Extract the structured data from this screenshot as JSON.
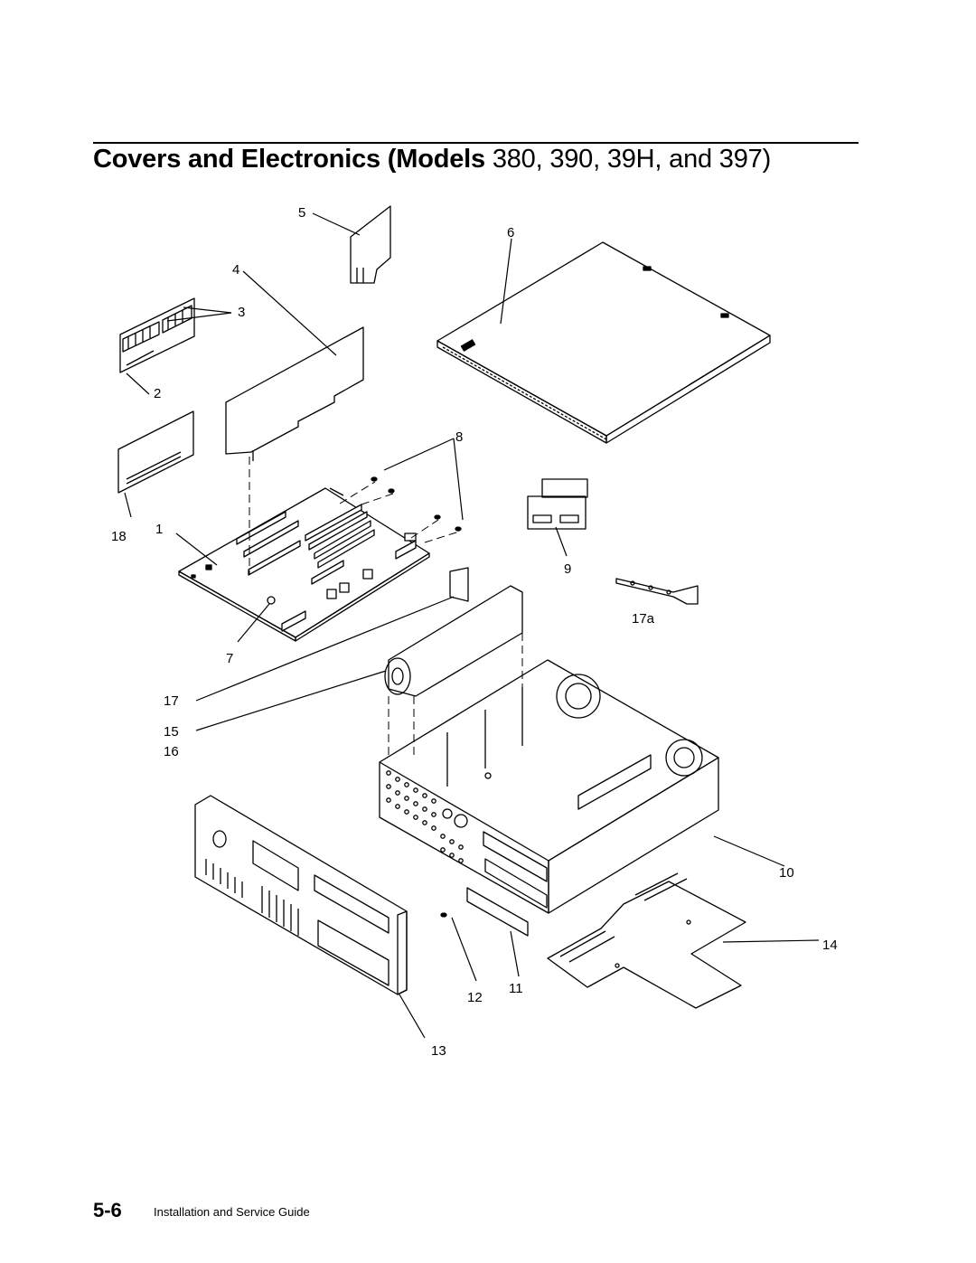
{
  "header": {
    "title_bold": "Covers and Electronics (Models",
    "title_rest": " 380, 390, 39H, and 397)"
  },
  "callouts": [
    "1",
    "2",
    "3",
    "4",
    "5",
    "6",
    "7",
    "8",
    "9",
    "10",
    "11",
    "12",
    "13",
    "14",
    "15",
    "16",
    "17",
    "17a",
    "18"
  ],
  "footer": {
    "page_number": "5-6",
    "book_title": "Installation and Service Guide"
  }
}
